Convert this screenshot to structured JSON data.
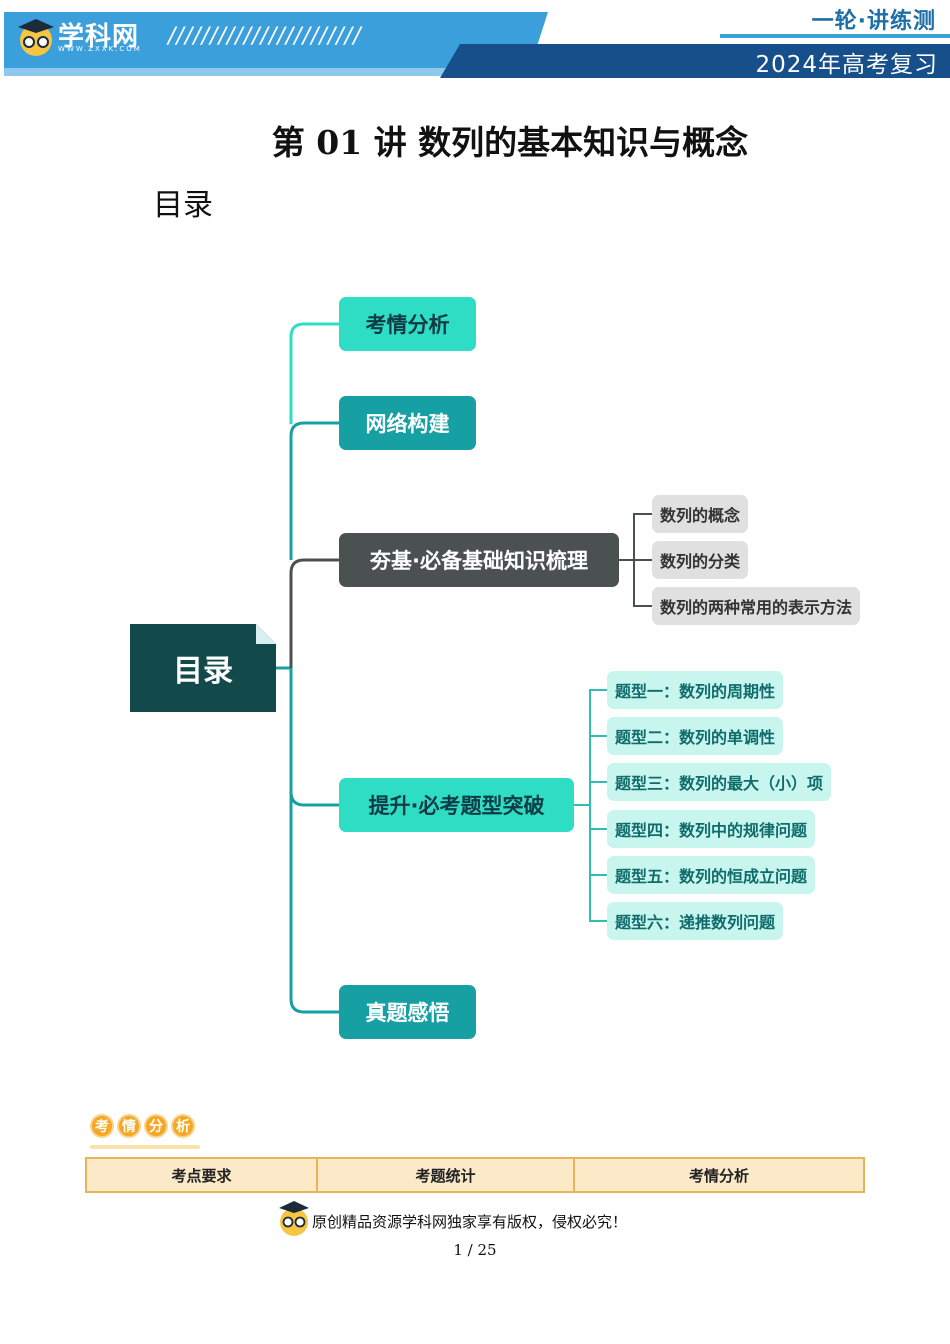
{
  "header": {
    "logo_text": "学科网",
    "logo_url": "WWW.ZXXK.COM",
    "slashes": "///////////////////////",
    "series": "一轮·讲练测",
    "review": "2024年高考复习",
    "colors": {
      "banner_light": "#3b9fdc",
      "banner_dark": "#164f8a",
      "accent": "#1e6fa8"
    }
  },
  "title": "第 01 讲  数列的基本知识与概念",
  "toc_heading": "目录",
  "mindmap": {
    "root": "目录",
    "branches": [
      {
        "label": "考情分析"
      },
      {
        "label": "网络构建"
      },
      {
        "label": "夯基·必备基础知识梳理",
        "children": [
          "数列的概念",
          "数列的分类",
          "数列的两种常用的表示方法"
        ]
      },
      {
        "label": "提升·必考题型突破",
        "children": [
          "题型一：数列的周期性",
          "题型二：数列的单调性",
          "题型三：数列的最大（小）项",
          "题型四：数列中的规律问题",
          "题型五：数列的恒成立问题",
          "题型六：递推数列问题"
        ]
      },
      {
        "label": "真题感悟"
      }
    ],
    "colors": {
      "root": "#12494a",
      "teal_light": "#2fdcc4",
      "teal_dark": "#17a0a4",
      "gray": "#4b5151",
      "mint": "#c8f5ee",
      "leaf_gray": "#e0e0e0"
    }
  },
  "section_badge": [
    "考",
    "情",
    "分",
    "析"
  ],
  "table": {
    "headers": [
      "考点要求",
      "考题统计",
      "考情分析"
    ]
  },
  "footer": {
    "note": "原创精品资源学科网独家享有版权，侵权必究！",
    "page": "1 / 25"
  }
}
